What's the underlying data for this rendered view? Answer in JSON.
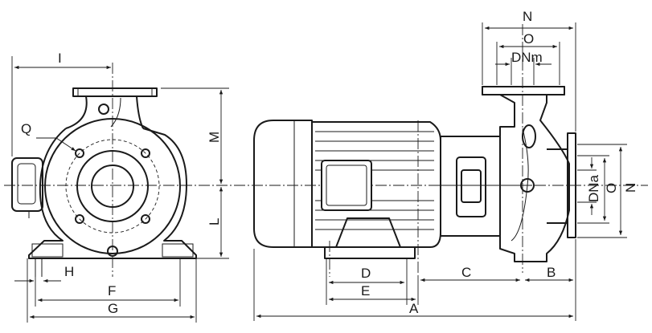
{
  "labels": {
    "I": "I",
    "Q": "Q",
    "M": "M",
    "L": "L",
    "H": "H",
    "F": "F",
    "G": "G",
    "N_top": "N",
    "O_top": "O",
    "DNm": "DNm",
    "DNa": "DNa",
    "O_right": "O",
    "N_right": "N",
    "D": "D",
    "E": "E",
    "C": "C",
    "B": "B",
    "A": "A"
  }
}
